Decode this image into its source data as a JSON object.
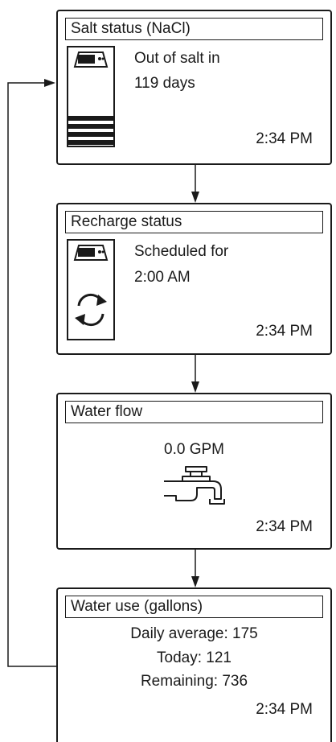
{
  "screens": {
    "salt": {
      "title": "Salt status (NaCl)",
      "line1": "Out of salt in",
      "line2": "119 days",
      "time": "2:34 PM",
      "icon": "softener-salt-level-icon"
    },
    "recharge": {
      "title": "Recharge status",
      "line1": "Scheduled for",
      "line2": "2:00 AM",
      "time": "2:34 PM",
      "icon": "softener-recharge-icon"
    },
    "flow": {
      "title": "Water flow",
      "value": "0.0 GPM",
      "time": "2:34 PM",
      "icon": "faucet-icon"
    },
    "use": {
      "title": "Water use (gallons)",
      "daily": "Daily average: 175",
      "today": "Today: 121",
      "remaining": "Remaining: 736",
      "time": "2:34 PM"
    }
  },
  "colors": {
    "line": "#1a1a1a",
    "background": "#ffffff"
  }
}
